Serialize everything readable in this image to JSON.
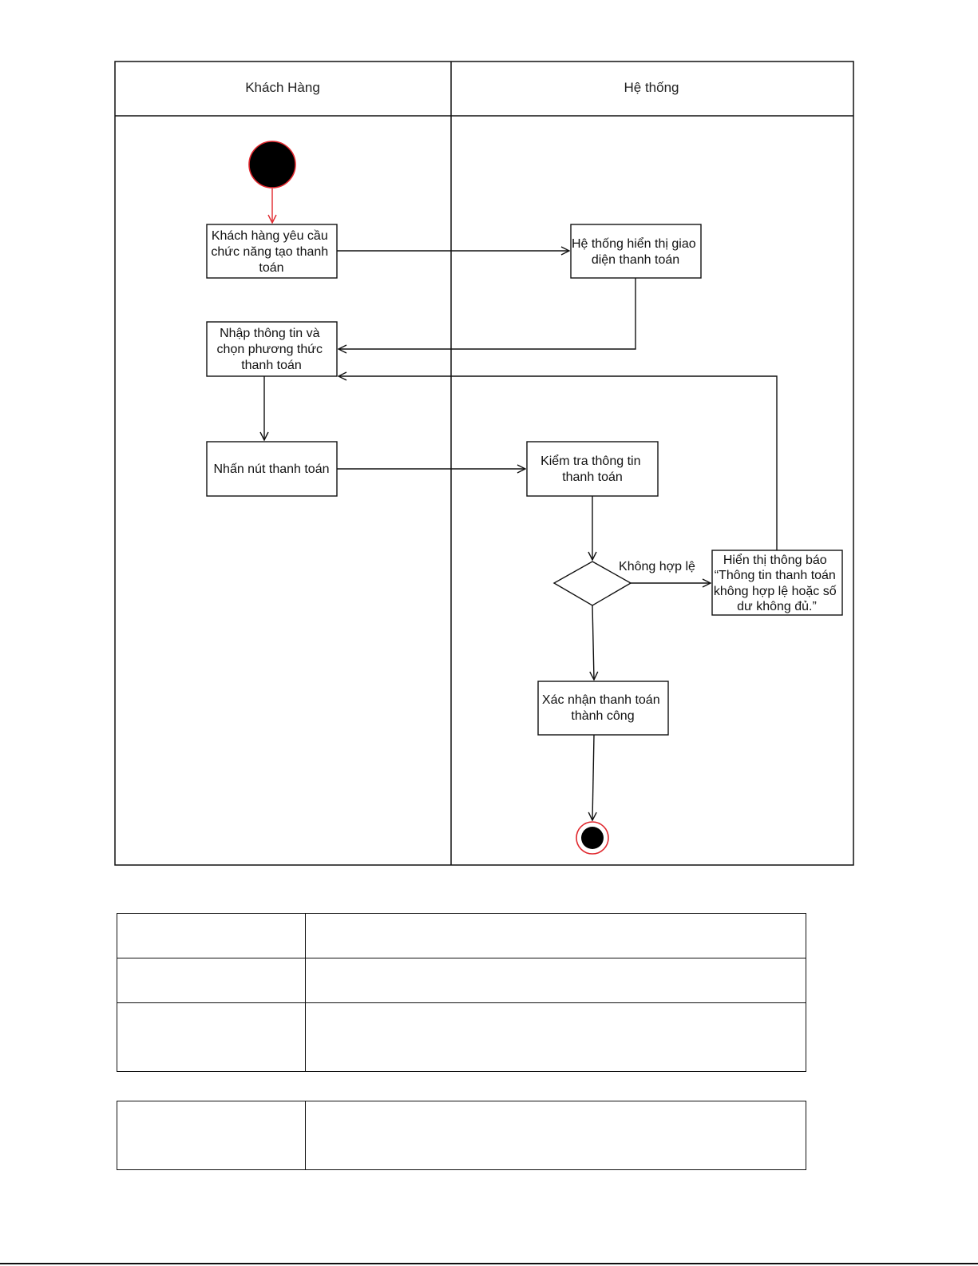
{
  "swimlanes": [
    {
      "id": "customer",
      "title": "Khách Hàng"
    },
    {
      "id": "system",
      "title": "Hệ thống"
    }
  ],
  "nodes": {
    "start": {
      "type": "initial"
    },
    "request": {
      "type": "action",
      "lane": "customer",
      "lines": [
        "Khách hàng yêu cầu",
        "chức năng tạo thanh",
        "toán"
      ]
    },
    "show_ui": {
      "type": "action",
      "lane": "system",
      "lines": [
        "Hệ thống hiển thị giao",
        "diện thanh toán"
      ]
    },
    "enter_info": {
      "type": "action",
      "lane": "customer",
      "lines": [
        "Nhập thông tin và",
        "chọn phương thức",
        "thanh toán"
      ]
    },
    "press_pay": {
      "type": "action",
      "lane": "customer",
      "lines": [
        "Nhấn nút thanh toán"
      ]
    },
    "check_info": {
      "type": "action",
      "lane": "system",
      "lines": [
        "Kiểm tra thông tin",
        "thanh toán"
      ]
    },
    "decision": {
      "type": "decision",
      "lane": "system"
    },
    "show_error": {
      "type": "action",
      "lane": "system",
      "lines": [
        "Hiển thị thông báo",
        "“Thông tin thanh toán",
        "không hợp lệ hoặc số",
        "dư không đủ.”"
      ]
    },
    "confirm": {
      "type": "action",
      "lane": "system",
      "lines": [
        "Xác nhận thanh toán",
        "thành công"
      ]
    },
    "end": {
      "type": "final"
    }
  },
  "edges": [
    {
      "from": "start",
      "to": "request",
      "color": "#e0282e"
    },
    {
      "from": "request",
      "to": "show_ui"
    },
    {
      "from": "show_ui",
      "to": "enter_info"
    },
    {
      "from": "enter_info",
      "to": "press_pay"
    },
    {
      "from": "press_pay",
      "to": "check_info"
    },
    {
      "from": "check_info",
      "to": "decision"
    },
    {
      "from": "decision",
      "to": "show_error",
      "label": "Không hợp lệ"
    },
    {
      "from": "show_error",
      "to": "enter_info"
    },
    {
      "from": "decision",
      "to": "confirm"
    },
    {
      "from": "confirm",
      "to": "end"
    }
  ],
  "colors": {
    "node_fill": "#000000",
    "node_outline": "#e0282e",
    "line": "#111111",
    "box_border": "#111111"
  },
  "tables": [
    {
      "rows": [
        [
          "",
          ""
        ],
        [
          "",
          ""
        ],
        [
          "",
          ""
        ]
      ]
    },
    {
      "rows": [
        [
          "",
          ""
        ]
      ]
    }
  ]
}
